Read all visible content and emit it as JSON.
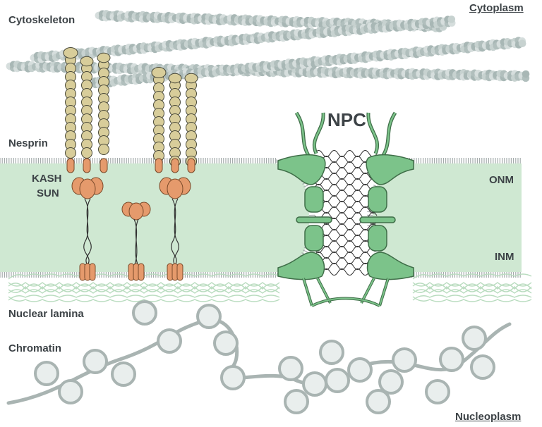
{
  "labels": {
    "cytoskeleton": "Cytoskeleton",
    "cytoplasm": "Cytoplasm",
    "npc": "NPC",
    "nesprin": "Nesprin",
    "kash": "KASH",
    "sun": "SUN",
    "onm": "ONM",
    "inm": "INM",
    "nuclear_lamina": "Nuclear lamina",
    "chromatin": "Chromatin",
    "nucleoplasm": "Nucleoplasm"
  },
  "colors": {
    "text": "#3d4347",
    "membrane_fill": "#cfe8d2",
    "npc_green": "#7cc38a",
    "npc_outline": "#3f6e48",
    "nesprin_bead": "#d8cd9a",
    "protein_orange": "#e59a6c",
    "chromatin_gray": "#a9b4b2",
    "chromatin_bead": "#e9eeed",
    "actin_gray": "#b7c4c2",
    "lamina_green": "#b9dcbf"
  }
}
